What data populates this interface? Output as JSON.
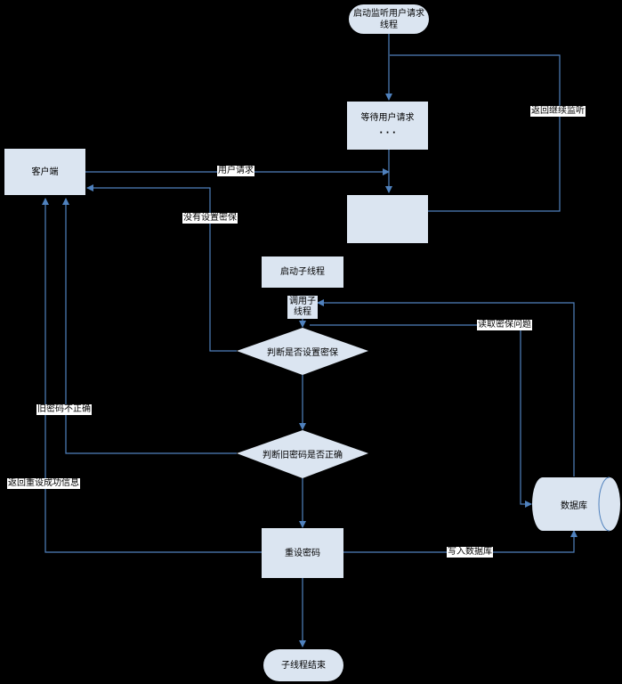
{
  "nodes": {
    "start_listen": "启动监听用户请求线程",
    "start_listen_line1": "启动监听用户请求",
    "start_listen_line2": "线程",
    "wait_request": "等待用户请求",
    "wait_dots": "· · ·",
    "client": "客户端",
    "blank_box": "",
    "start_child": "启动子线程",
    "call_child_line1": "调用子",
    "call_child_line2": "线程",
    "check_password_set": "判断是否设置密保",
    "check_old_password": "判断旧密码是否正确",
    "database": "数据库",
    "reset_password": "重设密码",
    "child_end": "子线程结束"
  },
  "edge_labels": {
    "return_continue": "返回继续监听",
    "user_request": "用户请求",
    "no_password_set": "没有设置密保",
    "old_password_wrong": "旧密码不正确",
    "return_success": "返回重设成功信息",
    "read_question": "读取密保问题",
    "write_db": "写入数据库"
  },
  "colors": {
    "background": "#000000",
    "node_fill": "#dbe5f1",
    "edge": "#4f81bd"
  }
}
